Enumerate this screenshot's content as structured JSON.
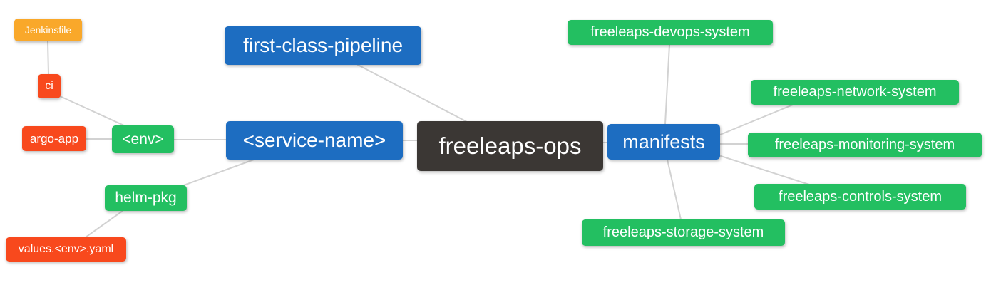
{
  "diagram": {
    "type": "mindmap",
    "root": "freeleaps-ops",
    "colors": {
      "blue": "#1d6dc1",
      "green": "#23bf61",
      "red": "#f8491d",
      "orange": "#f9a82a",
      "dark_root": "#3b3734",
      "edge": "#d2d2d2",
      "text": "#ffffff",
      "background": "#ffffff"
    },
    "nodes": {
      "root": {
        "label": "freeleaps-ops"
      },
      "first_class_pipeline": {
        "label": "first-class-pipeline"
      },
      "service_name": {
        "label": "<service-name>"
      },
      "manifests": {
        "label": "manifests"
      },
      "env": {
        "label": "<env>"
      },
      "ci": {
        "label": "ci"
      },
      "jenkinsfile": {
        "label": "Jenkinsfile"
      },
      "argo_app": {
        "label": "argo-app"
      },
      "helm_pkg": {
        "label": "helm-pkg"
      },
      "values_yaml": {
        "label": "values.<env>.yaml"
      },
      "devops_system": {
        "label": "freeleaps-devops-system"
      },
      "network_system": {
        "label": "freeleaps-network-system"
      },
      "monitoring_system": {
        "label": "freeleaps-monitoring-system"
      },
      "controls_system": {
        "label": "freeleaps-controls-system"
      },
      "storage_system": {
        "label": "freeleaps-storage-system"
      }
    },
    "edges": [
      {
        "from": "jenkinsfile",
        "to": "ci"
      },
      {
        "from": "ci",
        "to": "env"
      },
      {
        "from": "argo_app",
        "to": "env"
      },
      {
        "from": "env",
        "to": "service_name"
      },
      {
        "from": "helm_pkg",
        "to": "service_name"
      },
      {
        "from": "values_yaml",
        "to": "helm_pkg"
      },
      {
        "from": "first_class_pipeline",
        "to": "root"
      },
      {
        "from": "service_name",
        "to": "root"
      },
      {
        "from": "root",
        "to": "manifests"
      },
      {
        "from": "manifests",
        "to": "devops_system"
      },
      {
        "from": "manifests",
        "to": "network_system"
      },
      {
        "from": "manifests",
        "to": "monitoring_system"
      },
      {
        "from": "manifests",
        "to": "controls_system"
      },
      {
        "from": "manifests",
        "to": "storage_system"
      }
    ]
  }
}
